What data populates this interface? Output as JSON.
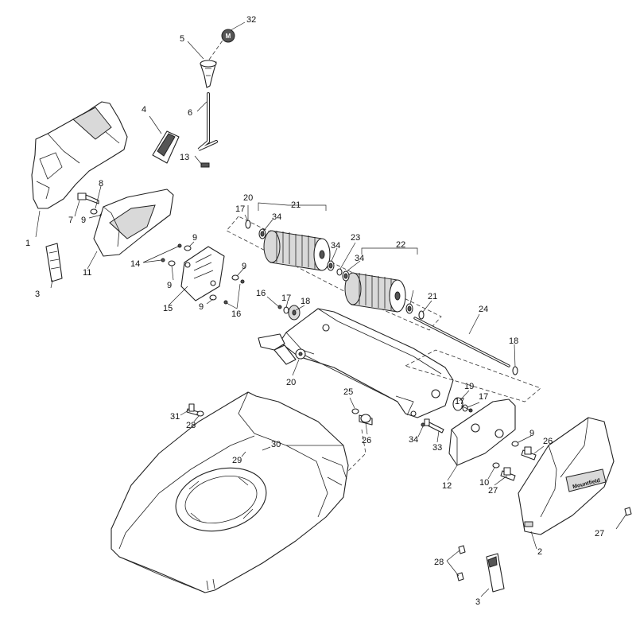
{
  "callouts": [
    "1",
    "2",
    "3",
    "3",
    "4",
    "5",
    "6",
    "7",
    "8",
    "9",
    "9",
    "9",
    "9",
    "9",
    "9",
    "10",
    "11",
    "12",
    "13",
    "14",
    "15",
    "16",
    "16",
    "17",
    "17",
    "17",
    "17",
    "18",
    "18",
    "19",
    "20",
    "20",
    "21",
    "21",
    "22",
    "23",
    "24",
    "25",
    "26",
    "26",
    "27",
    "27",
    "28",
    "28",
    "29",
    "30",
    "31",
    "32",
    "33",
    "34",
    "34",
    "34",
    "34"
  ],
  "brand_label": "Mountfield",
  "cap_letter": "M"
}
